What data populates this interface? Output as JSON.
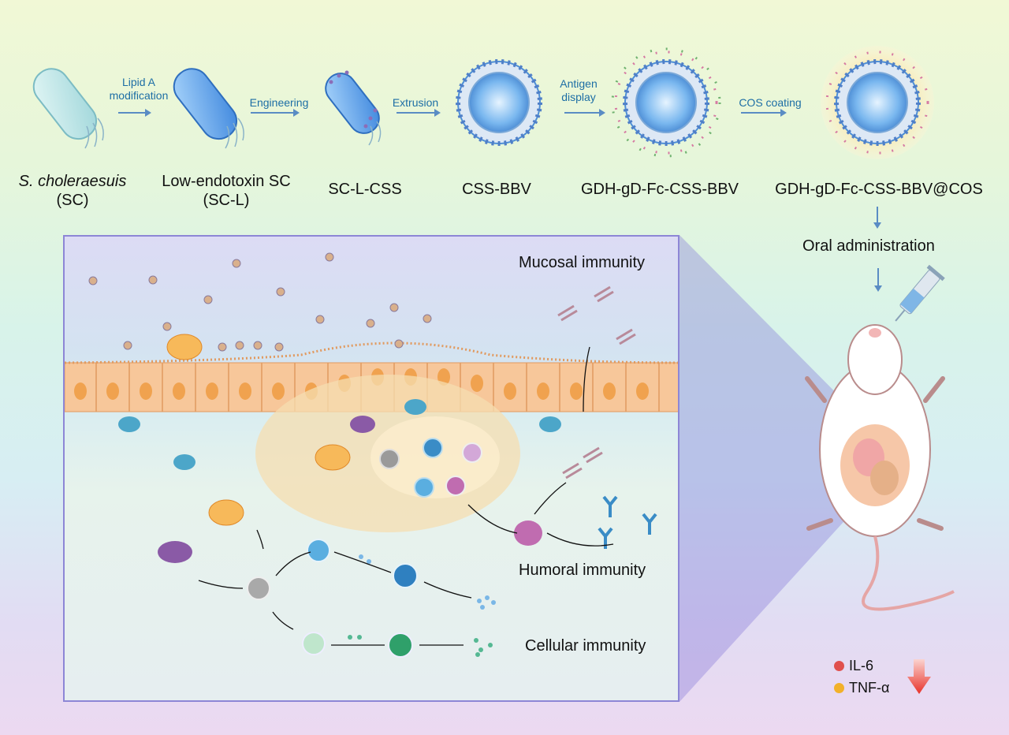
{
  "stages": [
    {
      "name_italic": "S. choleraesuis",
      "name_rest": "",
      "sub": "(SC)"
    },
    {
      "name_italic": "",
      "name_rest": "Low-endotoxin SC",
      "sub": "(SC-L)"
    },
    {
      "name_italic": "",
      "name_rest": "SC-L-CSS",
      "sub": ""
    },
    {
      "name_italic": "",
      "name_rest": "CSS-BBV",
      "sub": ""
    },
    {
      "name_italic": "",
      "name_rest": "GDH-gD-Fc-CSS-BBV",
      "sub": ""
    },
    {
      "name_italic": "",
      "name_rest": "GDH-gD-Fc-CSS-BBV@COS",
      "sub": ""
    }
  ],
  "steps": [
    {
      "line1": "Lipid A",
      "line2": "modification"
    },
    {
      "line1": "Engineering",
      "line2": ""
    },
    {
      "line1": "Extrusion",
      "line2": ""
    },
    {
      "line1": "Antigen",
      "line2": "display"
    },
    {
      "line1": "COS coating",
      "line2": ""
    }
  ],
  "oral_administration": "Oral administration",
  "panel": {
    "mucosal": "Mucosal immunity",
    "humoral": "Humoral immunity",
    "cellular": "Cellular immunity"
  },
  "legend": [
    {
      "label": "IL-6",
      "color": "#e0504d"
    },
    {
      "label": "TNF-α",
      "color": "#f2b12a"
    }
  ],
  "colors": {
    "arrow": "#5a8cc4",
    "step_text": "#1d6ea5",
    "panel_border": "#8d86d6",
    "down_arrow": "#e8322a"
  }
}
